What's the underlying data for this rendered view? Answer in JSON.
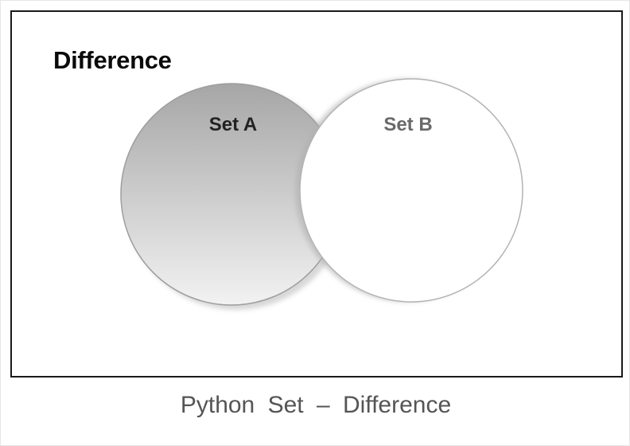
{
  "diagram": {
    "title": "Difference",
    "set_a_label": "Set A",
    "set_b_label": "Set B"
  },
  "caption": "Python Set – Difference",
  "colors": {
    "frame_border": "#1a1a1a",
    "set_a_fill_top": "#a6a6a6",
    "set_a_fill_bottom": "#f2f2f2",
    "set_b_fill": "#ffffff",
    "circle_stroke": "#b3b3b3",
    "caption_text": "#555555"
  }
}
